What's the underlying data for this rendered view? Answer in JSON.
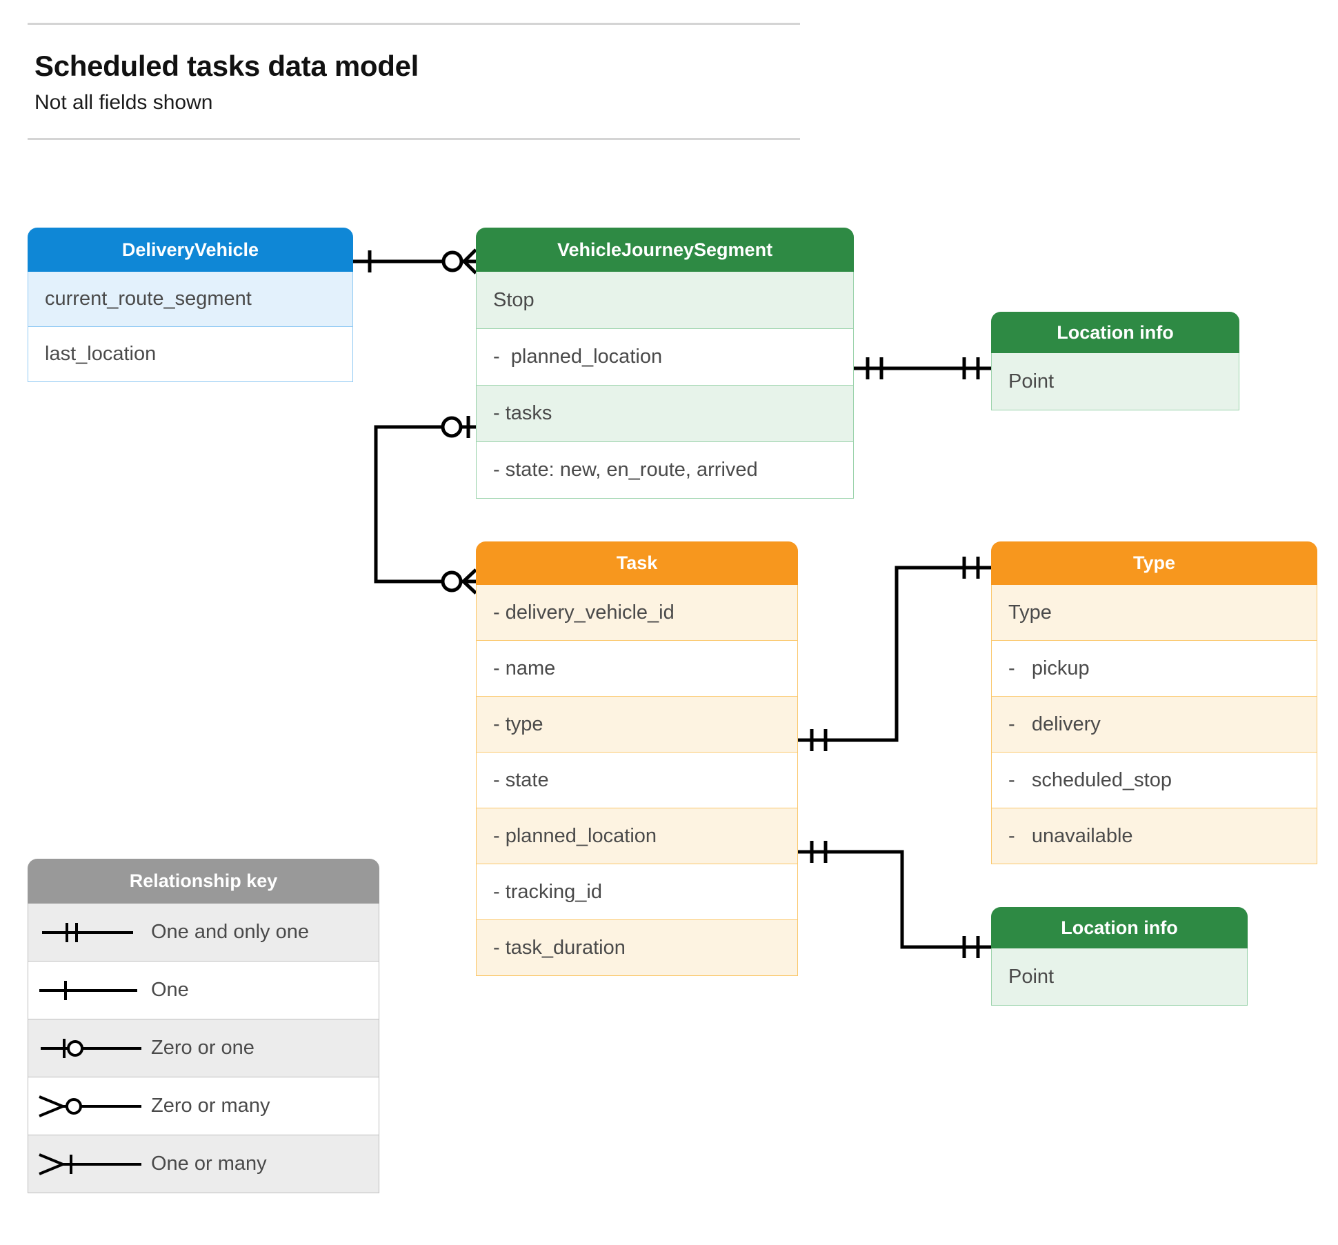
{
  "header": {
    "title": "Scheduled tasks data model",
    "subtitle": "Not all fields shown"
  },
  "colors": {
    "blue_header": "#0f87d6",
    "blue_row_alt": "#e3f1fc",
    "blue_border": "#90caf4",
    "green_header": "#2e8a44",
    "green_row_alt": "#e7f3ea",
    "green_border": "#9bd3ab",
    "orange_header": "#f7971e",
    "orange_row_alt": "#fdf3e1",
    "orange_border": "#fbc76a",
    "gray_header": "#999999",
    "gray_row_alt": "#ececec",
    "gray_border": "#bdbdbd",
    "connector": "#000000",
    "text": "#4a4a4a"
  },
  "entities": {
    "delivery_vehicle": {
      "title": "DeliveryVehicle",
      "rows": [
        "current_route_segment",
        "last_location"
      ]
    },
    "vehicle_journey_segment": {
      "title": "VehicleJourneySegment",
      "rows": [
        "Stop",
        "-  planned_location",
        "- tasks",
        "- state: new, en_route, arrived"
      ]
    },
    "location_info_top": {
      "title": "Location info",
      "rows": [
        "Point"
      ]
    },
    "location_info_bottom": {
      "title": "Location info",
      "rows": [
        "Point"
      ]
    },
    "task": {
      "title": "Task",
      "rows": [
        "- delivery_vehicle_id",
        "- name",
        "- type",
        "- state",
        "- planned_location",
        "- tracking_id",
        "- task_duration"
      ]
    },
    "type": {
      "title": "Type",
      "rows": [
        "Type",
        "-   pickup",
        "-   delivery",
        "-   scheduled_stop",
        "-   unavailable"
      ]
    }
  },
  "legend": {
    "title": "Relationship key",
    "items": [
      {
        "symbol": "one-and-only-one",
        "label": "One and only one"
      },
      {
        "symbol": "one",
        "label": "One"
      },
      {
        "symbol": "zero-or-one",
        "label": "Zero or one"
      },
      {
        "symbol": "zero-or-many",
        "label": "Zero or many"
      },
      {
        "symbol": "one-or-many",
        "label": "One or many"
      }
    ]
  },
  "relationships": [
    {
      "name": "deliveryvehicle-to-vehiclejourneysegment",
      "from": "DeliveryVehicle",
      "to": "VehicleJourneySegment",
      "from_cardinality": "one",
      "to_cardinality": "zero-or-many"
    },
    {
      "name": "vehiclejourneysegment-tasks-to-task",
      "from": "VehicleJourneySegment.- tasks",
      "to": "Task",
      "from_cardinality": "zero-or-one",
      "to_cardinality": "zero-or-many"
    },
    {
      "name": "vehiclejourneysegment-plannedlocation-to-locationinfo",
      "from": "VehicleJourneySegment.-  planned_location",
      "to": "Location info",
      "from_cardinality": "one-and-only-one",
      "to_cardinality": "one-and-only-one"
    },
    {
      "name": "task-type-to-type",
      "from": "Task.- type",
      "to": "Type",
      "from_cardinality": "one-and-only-one",
      "to_cardinality": "one-and-only-one"
    },
    {
      "name": "task-plannedlocation-to-locationinfo",
      "from": "Task.- planned_location",
      "to": "Location info",
      "from_cardinality": "one-and-only-one",
      "to_cardinality": "one-and-only-one"
    }
  ]
}
